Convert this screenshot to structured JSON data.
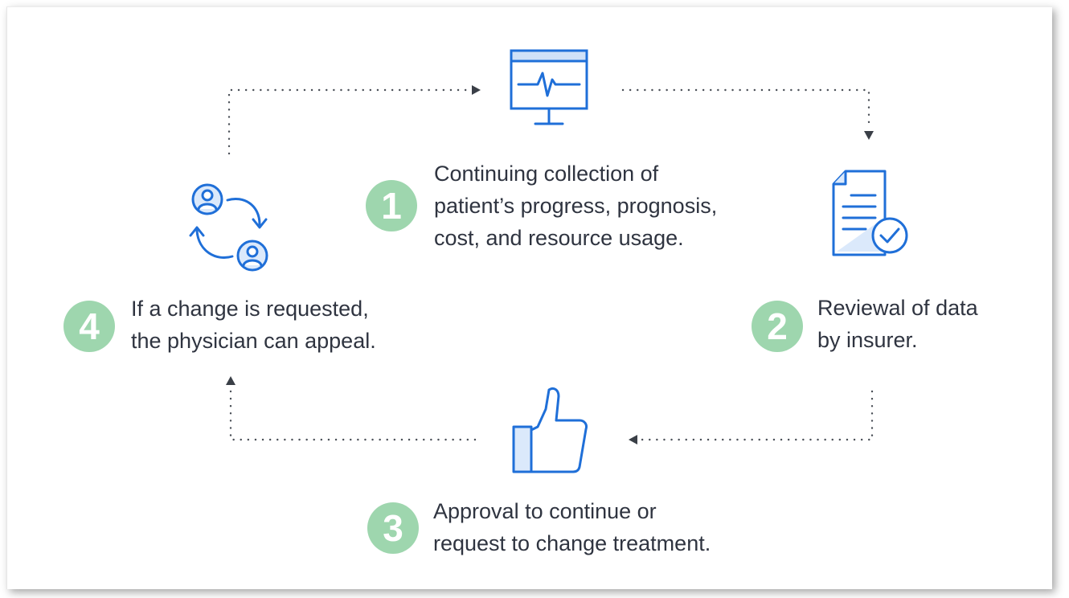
{
  "colors": {
    "icon_stroke": "#1f6fd8",
    "icon_fill_light": "#dbe9fb",
    "badge_bg": "#9ed6ae",
    "badge_text": "#ffffff",
    "text": "#2f3440",
    "connector": "#4a4f57"
  },
  "steps": [
    {
      "number": "1",
      "icon": "monitor-heartbeat-icon",
      "lines": [
        "Continuing collection of",
        "patient’s progress, prognosis,",
        "cost, and resource usage."
      ]
    },
    {
      "number": "2",
      "icon": "document-checkmark-icon",
      "lines": [
        "Reviewal of data",
        "by insurer."
      ]
    },
    {
      "number": "3",
      "icon": "thumbs-up-icon",
      "lines": [
        "Approval to continue or",
        "request to change treatment."
      ]
    },
    {
      "number": "4",
      "icon": "people-exchange-icon",
      "lines": [
        "If a change is requested,",
        "the physician can appeal."
      ]
    }
  ]
}
